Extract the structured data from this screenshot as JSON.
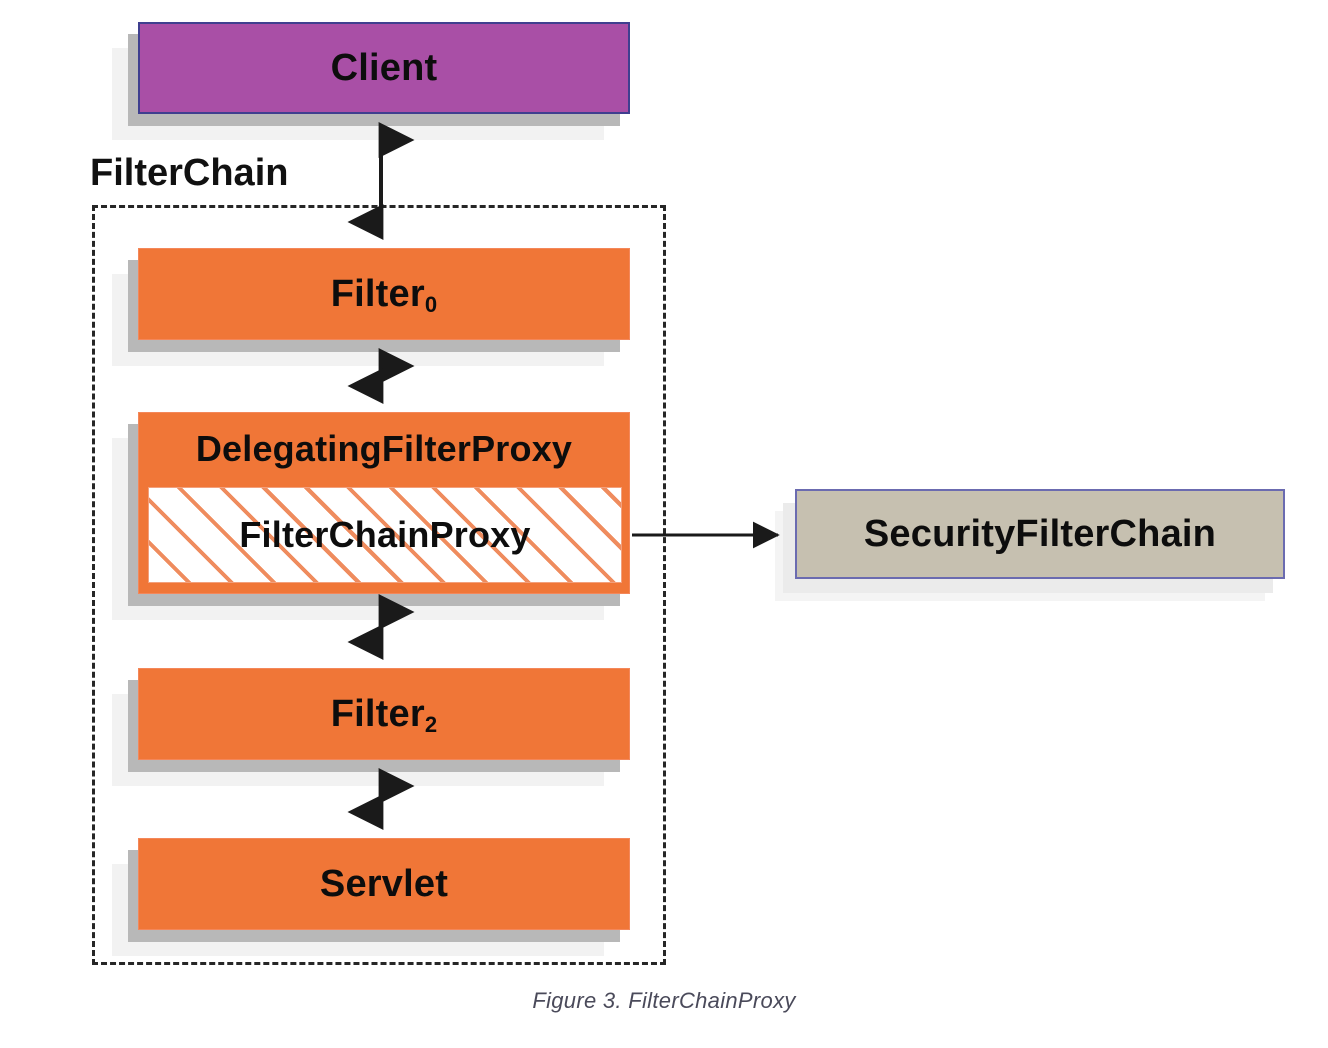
{
  "figure": {
    "caption": "Figure 3. FilterChainProxy",
    "group_label": "FilterChain",
    "background": "#ffffff"
  },
  "nodes": {
    "client": {
      "label": "Client",
      "fill": "#a94fa6",
      "border": "#3f3f8f"
    },
    "filter0": {
      "label": "Filter",
      "subscript": "0",
      "fill": "#f07637",
      "border": "#f4875a"
    },
    "delegating_filter_proxy": {
      "label": "DelegatingFilterProxy",
      "fill": "#f07637",
      "border": "#f4875a"
    },
    "filter_chain_proxy": {
      "label": "FilterChainProxy",
      "fill": "#ffffff",
      "hatch_color": "#ef8c5e"
    },
    "filter2": {
      "label": "Filter",
      "subscript": "2",
      "fill": "#f07637",
      "border": "#f4875a"
    },
    "servlet": {
      "label": "Servlet",
      "fill": "#f07637",
      "border": "#f4875a"
    },
    "security_filter_chain": {
      "label": "SecurityFilterChain",
      "fill": "#c6c0b0",
      "border": "#6b6bb0"
    }
  },
  "connections": [
    {
      "from": "client",
      "to": "filter0",
      "style": "double-arrow-vertical"
    },
    {
      "from": "filter0",
      "to": "delegating_filter_proxy",
      "style": "double-arrow-vertical"
    },
    {
      "from": "delegating_filter_proxy",
      "to": "filter2",
      "style": "double-arrow-vertical"
    },
    {
      "from": "filter2",
      "to": "servlet",
      "style": "double-arrow-vertical"
    },
    {
      "from": "filter_chain_proxy",
      "to": "security_filter_chain",
      "style": "single-arrow-horizontal"
    }
  ],
  "colors": {
    "arrow": "#1a1a1a",
    "group_border": "#262626",
    "shadow": "#b8b8b8",
    "shadow_soft": "#f2f2f2",
    "caption_text": "#4a4a5a"
  }
}
